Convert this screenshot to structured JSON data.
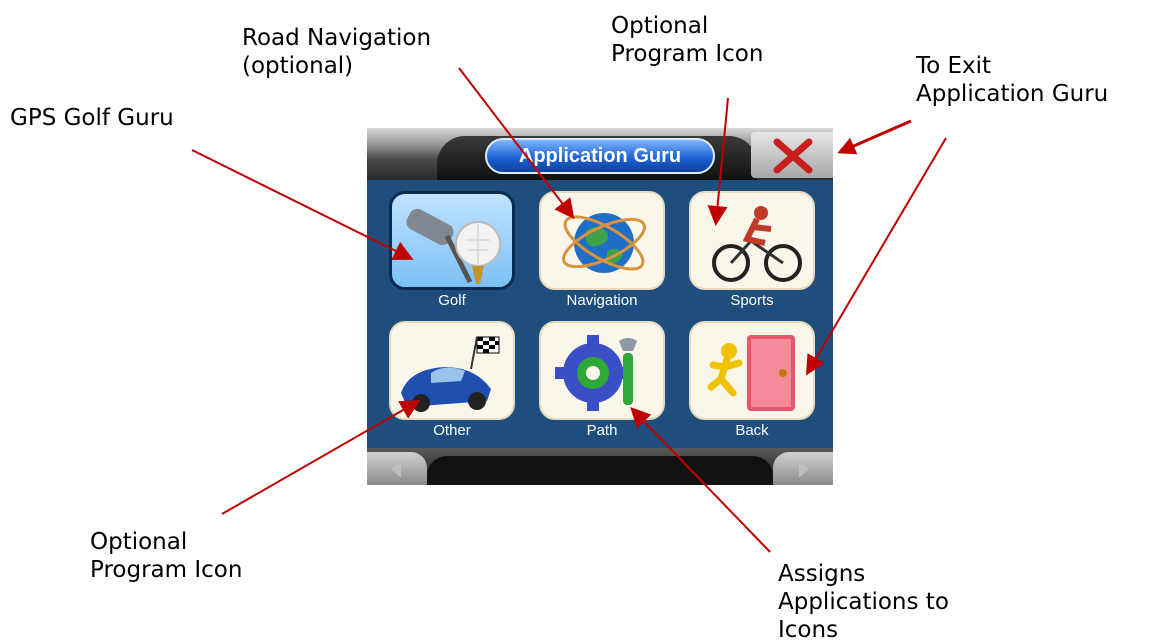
{
  "screen": {
    "title": "Application Guru",
    "exit_icon": "close-icon",
    "tiles": [
      {
        "label": "Golf",
        "icon": "golf-club-ball-icon",
        "selected": true
      },
      {
        "label": "Navigation",
        "icon": "globe-orbit-icon",
        "selected": false
      },
      {
        "label": "Sports",
        "icon": "cyclist-icon",
        "selected": false
      },
      {
        "label": "Other",
        "icon": "race-car-flag-icon",
        "selected": false
      },
      {
        "label": "Path",
        "icon": "gear-wrench-icon",
        "selected": false
      },
      {
        "label": "Back",
        "icon": "exit-door-icon",
        "selected": false
      }
    ],
    "bottom_icons": [
      "left-arrow-icon",
      "right-arrow-icon"
    ]
  },
  "callouts": {
    "golf": "GPS Golf Guru",
    "road_nav": "Road Navigation\n(optional)",
    "optional_top": "Optional\nProgram Icon",
    "exit": "To Exit\nApplication Guru",
    "optional_bottom": "Optional\nProgram Icon",
    "assigns": "Assigns\nApplications to\nIcons"
  },
  "colors": {
    "annotation_arrow": "#c00000",
    "screen_bg": "#1f4e7c",
    "title_pill": "#1f63d6"
  }
}
